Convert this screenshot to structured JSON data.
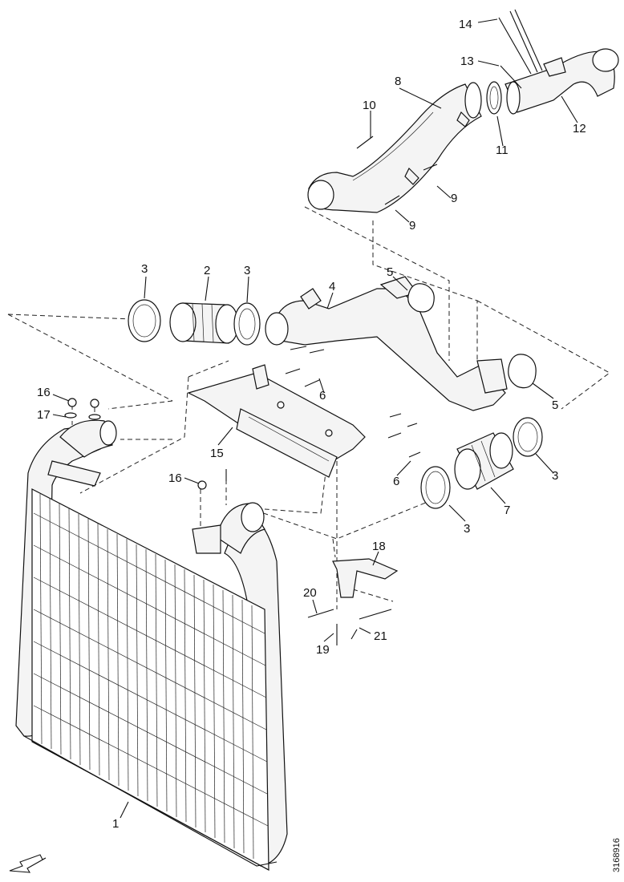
{
  "callouts": [
    "1",
    "2",
    "3",
    "3",
    "3",
    "3",
    "4",
    "5",
    "5",
    "6",
    "6",
    "7",
    "8",
    "9",
    "9",
    "10",
    "11",
    "12",
    "13",
    "14",
    "15",
    "16",
    "16",
    "17",
    "18",
    "19",
    "20",
    "21"
  ],
  "reference_code": "3168916",
  "icons": [
    "direction-arrow-icon"
  ]
}
